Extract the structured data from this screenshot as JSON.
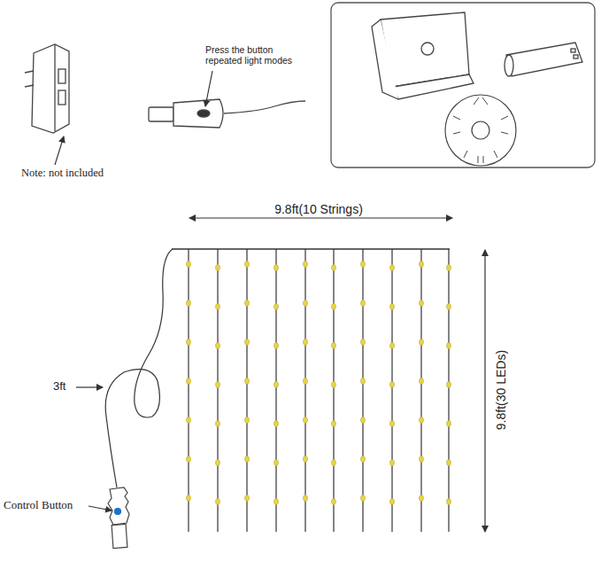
{
  "diagram": {
    "labels": [
      "Press the button repeated light modes",
      "Note: not included",
      "9.8ft(10 Strings)",
      "9.8ft(30 LEDs)",
      "3ft",
      "Control Button"
    ]
  }
}
